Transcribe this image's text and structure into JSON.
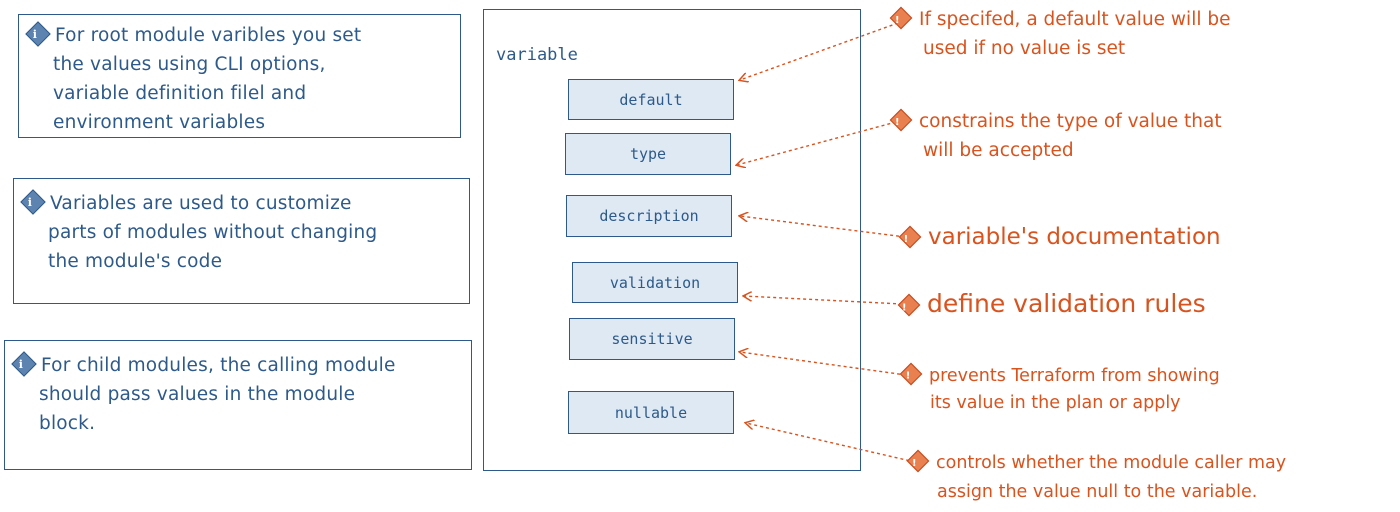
{
  "notes": [
    {
      "line1": "For root module varibles you set",
      "line2": "the values using CLI options,",
      "line3": "variable definition filel and",
      "line4": "environment variables"
    },
    {
      "line1": "Variables are used to customize",
      "line2": "parts of modules without changing",
      "line3": "the module's code"
    },
    {
      "line1": "For child modules, the calling module",
      "line2": "should pass values in the module",
      "line3": "block."
    }
  ],
  "variable_block": {
    "title": "variable",
    "fields": [
      "default",
      "type",
      "description",
      "validation",
      "sensitive",
      "nullable"
    ]
  },
  "annotations": [
    {
      "line1": "If specifed, a default value will be",
      "line2": "used if no value is set"
    },
    {
      "line1": "constrains the type of value that",
      "line2": "will be accepted"
    },
    {
      "line1": "variable's documentation"
    },
    {
      "line1": "define validation rules"
    },
    {
      "line1": "prevents Terraform from showing",
      "line2": "its value in the plan or apply"
    },
    {
      "line1": "controls whether the module caller may",
      "line2": "assign the value null to the variable."
    }
  ],
  "colors": {
    "blue": "#2d5a8a",
    "field_fill": "#dfe9f4",
    "orange": "#d9531e"
  }
}
